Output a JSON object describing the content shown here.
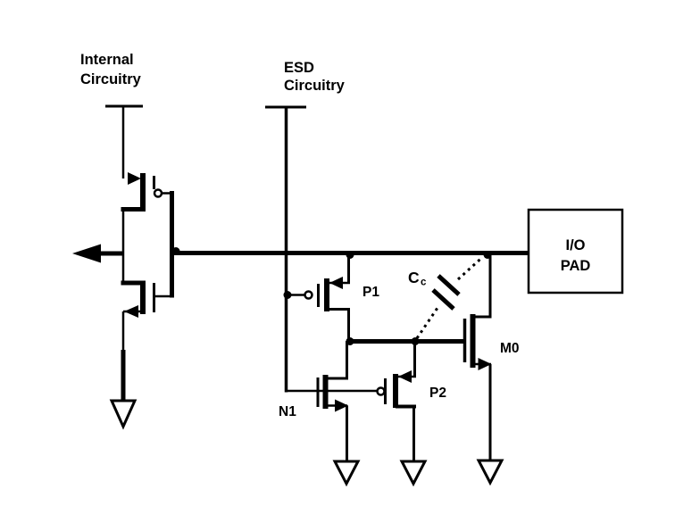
{
  "diagram": {
    "title_implicit": "ESD protection circuit schematic",
    "colors": {
      "ink": "#000000",
      "background": "#ffffff"
    },
    "labels": {
      "internal_line1": "Internal",
      "internal_line2": "Circuitry",
      "esd_line1": "ESD",
      "esd_line2": "Circuitry",
      "p1": "P1",
      "n1": "N1",
      "p2": "P2",
      "m0": "M0",
      "cap_main": "C",
      "cap_sub": "c",
      "pad_line1": "I/O",
      "pad_line2": "PAD"
    }
  }
}
